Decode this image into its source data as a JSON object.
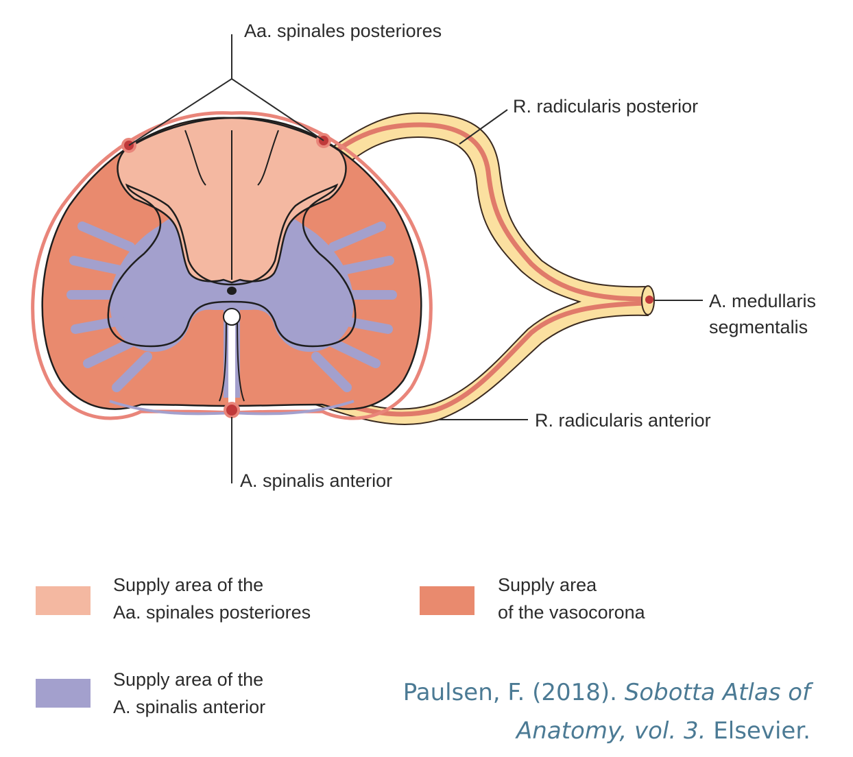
{
  "labels": {
    "posterior_spinal": "Aa. spinales posteriores",
    "radicular_posterior": "R. radicularis posterior",
    "medullaris_line1": "A. medullaris",
    "medullaris_line2": "segmentalis",
    "radicular_anterior": "R. radicularis anterior",
    "anterior_spinal": "A. spinalis anterior"
  },
  "legend": [
    {
      "line1": "Supply area of the",
      "line2": "Aa. spinales posteriores",
      "color": "#f4b8a1"
    },
    {
      "line1": "Supply area",
      "line2": "of the vasocorona",
      "color": "#e98a6e"
    },
    {
      "line1": "Supply area of the",
      "line2": "A. spinalis anterior",
      "color": "#a3a0cd"
    }
  ],
  "citation": {
    "author": "Paulsen, F. (2018). ",
    "title": "Sobotta Atlas of Anatomy, vol. 3.",
    "publisher": " Elsevier."
  },
  "colors": {
    "posterior_area": "#f4b8a1",
    "vasocorona": "#e98a6e",
    "anterior_area": "#a3a0cd",
    "nerve_root": "#fbe0a0",
    "vessel": "#e07a6a",
    "citation": "#4b7a94"
  }
}
